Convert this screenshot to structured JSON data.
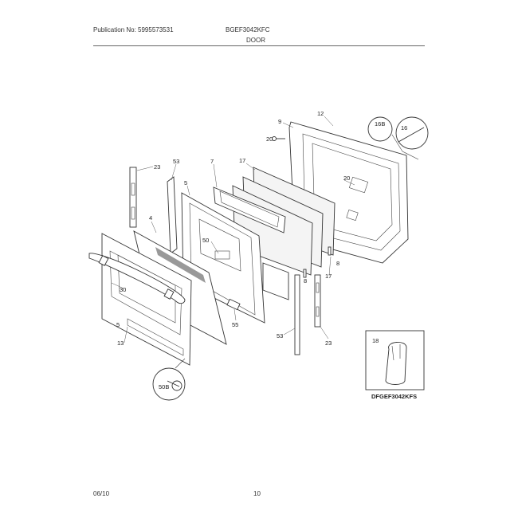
{
  "header": {
    "publication": "Publication No: 5995573531",
    "model": "BGEF3042KFC",
    "section": "DOOR"
  },
  "footer": {
    "date": "06/10",
    "page": "10"
  },
  "callouts": {
    "p12": "12",
    "p9": "9",
    "p20a": "20",
    "p17a": "17",
    "p7": "7",
    "p23a": "23",
    "p53a": "53",
    "p5": "5",
    "p20b": "20",
    "p4": "4",
    "p50": "50",
    "p30": "30",
    "p55": "55",
    "p13": "13",
    "p53b": "53",
    "p23b": "23",
    "p17b": "17",
    "p8a": "8",
    "p8b": "8",
    "p5b": "5",
    "p16B": "16B",
    "p16": "16",
    "p50B": "50B",
    "p18": "18"
  },
  "inset": {
    "label": "DFGEF3042KFS"
  }
}
